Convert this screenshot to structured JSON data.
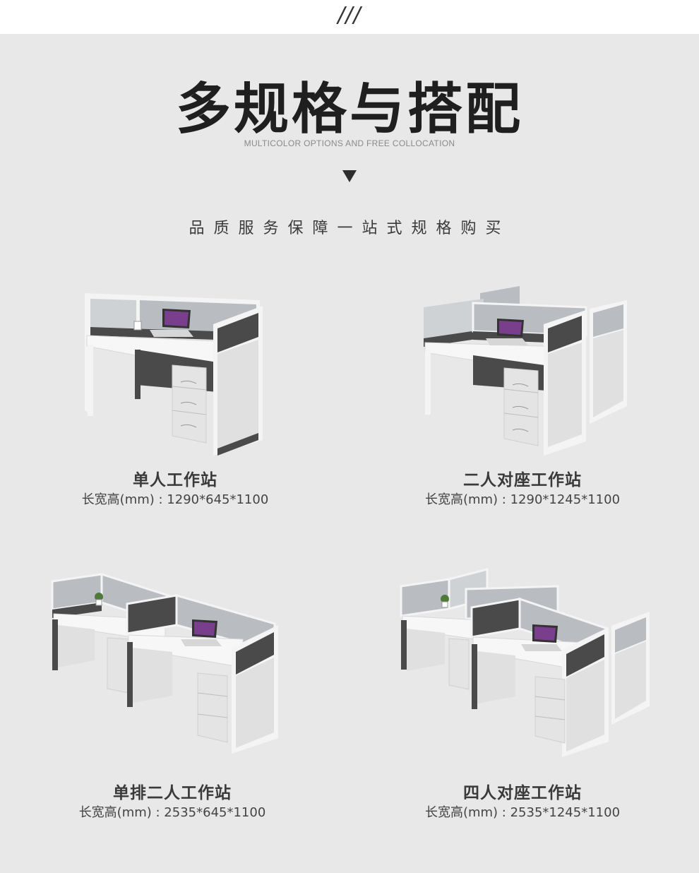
{
  "header": {
    "slashes": "///",
    "title": "多规格与搭配",
    "subtitle": "MULTICOLOR OPTIONS AND FREE COLLOCATION",
    "tagline": "品质服务保障一站式规格购买"
  },
  "products": [
    {
      "name": "单人工作站",
      "dims": "长宽高(mm) : 1290*645*1100",
      "seats": 1,
      "layout": "single"
    },
    {
      "name": "二人对座工作站",
      "dims": "长宽高(mm) : 1290*1245*1100",
      "seats": 2,
      "layout": "facing"
    },
    {
      "name": "单排二人工作站",
      "dims": "长宽高(mm) : 2535*645*1100",
      "seats": 2,
      "layout": "row"
    },
    {
      "name": "四人对座工作站",
      "dims": "长宽高(mm) :  2535*1245*1100",
      "seats": 4,
      "layout": "facing-row"
    }
  ],
  "colors": {
    "panel_dark": "#4a4a4a",
    "glass": "#b9bdc2",
    "frame": "#f4f4f4",
    "desktop": "#f7f7f7",
    "cabinet": "#e4e4e4"
  }
}
